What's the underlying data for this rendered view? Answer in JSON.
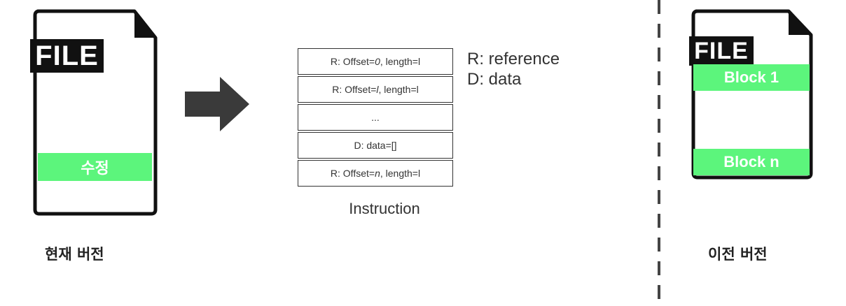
{
  "current_version": {
    "file_label": "FILE",
    "modified_label": "수정",
    "caption": "현재 버전"
  },
  "instruction": {
    "rows": [
      {
        "prefix": "R: Offset=",
        "value": "0",
        "suffix": ", length=l"
      },
      {
        "prefix": "R: Offset=",
        "value": "l",
        "suffix": ", length=l"
      },
      {
        "prefix": "...",
        "value": "",
        "suffix": ""
      },
      {
        "prefix": "D: data=[]",
        "value": "",
        "suffix": ""
      },
      {
        "prefix": "R: Offset=",
        "value": "n",
        "suffix": ", length=l"
      }
    ],
    "caption": "Instruction"
  },
  "legend": {
    "reference": "R: reference",
    "data": "D: data"
  },
  "previous_version": {
    "file_label": "FILE",
    "block_first": "Block 1",
    "block_last": "Block n",
    "caption": "이전 버전"
  },
  "colors": {
    "green_band": "#5cf57c",
    "outline": "#111111",
    "arrow": "#3a3a3a"
  }
}
